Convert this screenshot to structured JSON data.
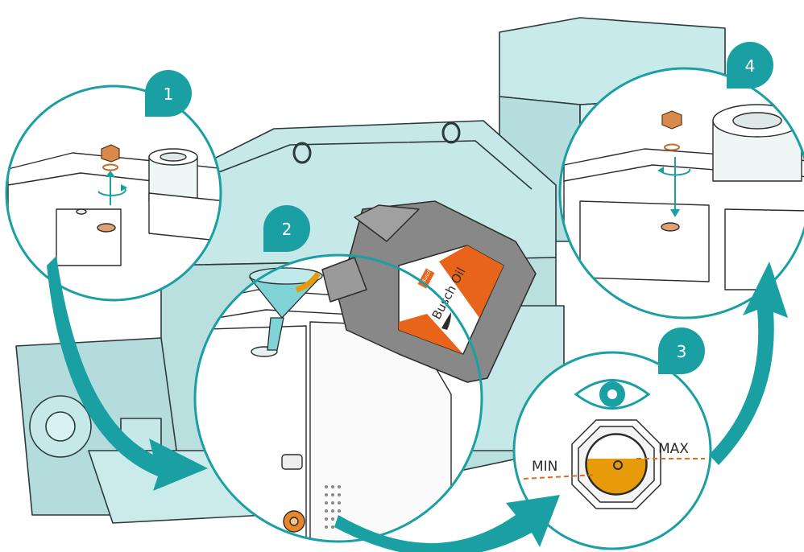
{
  "steps": [
    {
      "number": "1"
    },
    {
      "number": "2"
    },
    {
      "number": "3"
    },
    {
      "number": "4"
    }
  ],
  "bottle": {
    "brand_logo": "Busch",
    "label": "Busch Oil"
  },
  "sight_glass": {
    "min_label": "MIN",
    "max_label": "MAX"
  },
  "colors": {
    "teal": "#1aa0a3",
    "machine": "#c6e8e8",
    "oil": "#e79a0a",
    "orange_line": "#e26a1b",
    "bottle": "#808080",
    "label_orange": "#e8641a"
  }
}
